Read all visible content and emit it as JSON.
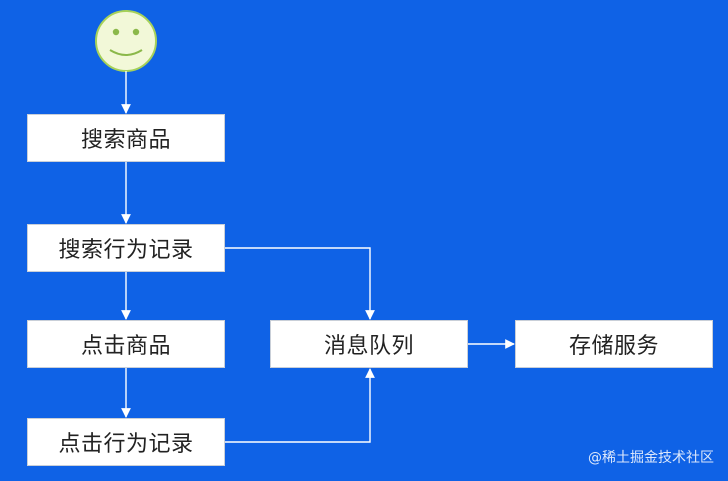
{
  "nodes": {
    "search_product": "搜索商品",
    "search_log": "搜索行为记录",
    "click_product": "点击商品",
    "click_log": "点击行为记录",
    "message_queue": "消息队列",
    "storage_service": "存储服务"
  },
  "watermark": "@稀土掘金技术社区",
  "colors": {
    "background": "#0f62e6",
    "box_fill": "#ffffff",
    "connector": "#ffffff",
    "face_fill": "#f2f8d8",
    "face_stroke": "#a6d15a"
  },
  "icons": {
    "start": "smiley-face-icon"
  }
}
